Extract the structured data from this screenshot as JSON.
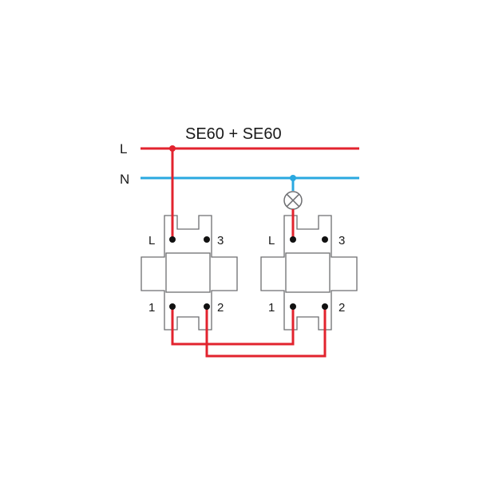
{
  "diagram": {
    "title": "SE60 + SE60",
    "rails": {
      "live": "L",
      "neutral": "N"
    },
    "switch_left": {
      "terminal_l": "L",
      "terminal_3": "3",
      "terminal_1": "1",
      "terminal_2": "2"
    },
    "switch_right": {
      "terminal_l": "L",
      "terminal_3": "3",
      "terminal_1": "1",
      "terminal_2": "2"
    },
    "colors": {
      "live_wire": "#e2232e",
      "neutral_wire": "#2aa8e0",
      "outline": "#6d6e71",
      "terminal": "#111111"
    }
  }
}
